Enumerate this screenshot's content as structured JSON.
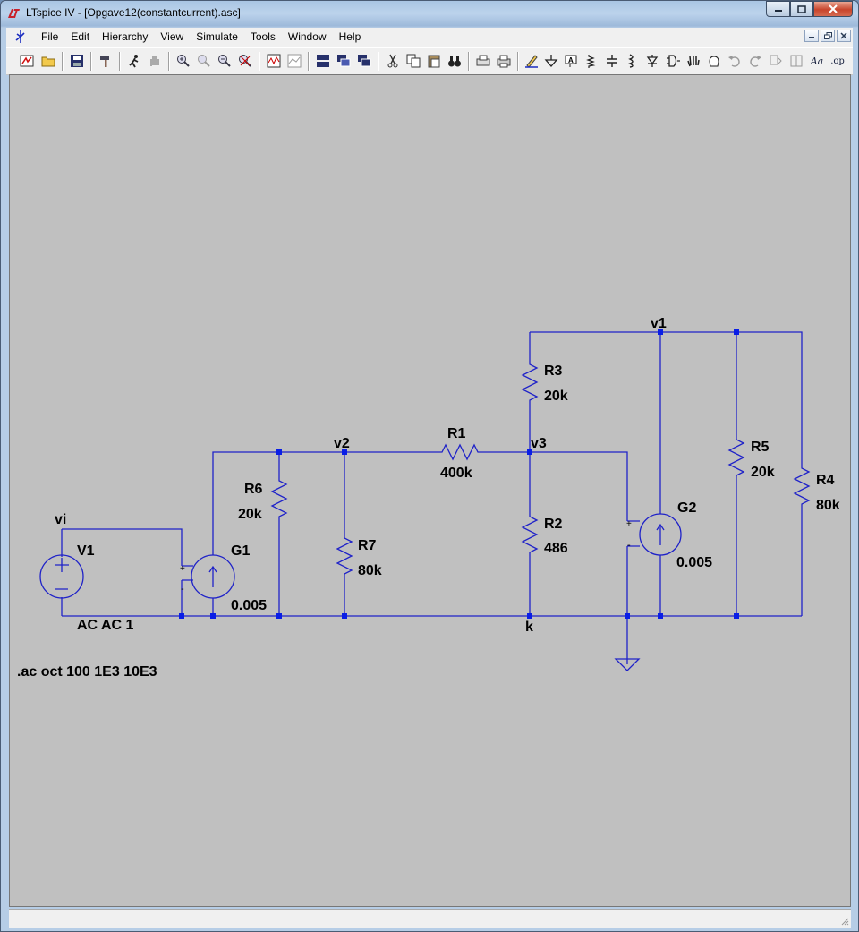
{
  "window": {
    "title": "LTspice IV - [Opgave12(constantcurrent).asc]",
    "caption_buttons": [
      "minimize-icon",
      "maximize-icon",
      "close-icon"
    ]
  },
  "menu": {
    "items": [
      "File",
      "Edit",
      "Hierarchy",
      "View",
      "Simulate",
      "Tools",
      "Window",
      "Help"
    ]
  },
  "toolbar": {
    "font_button": "Aa",
    "op_button": ".op"
  },
  "colors": {
    "wire": "#1f22c8",
    "junction": "#0a1ee6",
    "canvas": "#c0c0c0",
    "component": "#1f22c8"
  },
  "schematic": {
    "nets": {
      "vi": "vi",
      "v1": "v1",
      "v2": "v2",
      "v3": "v3",
      "k": "k"
    },
    "components": {
      "V1": {
        "name": "V1",
        "value": "AC AC 1"
      },
      "G1": {
        "name": "G1",
        "value": "0.005"
      },
      "G2": {
        "name": "G2",
        "value": "0.005"
      },
      "R1": {
        "name": "R1",
        "value": "400k"
      },
      "R2": {
        "name": "R2",
        "value": "486"
      },
      "R3": {
        "name": "R3",
        "value": "20k"
      },
      "R4": {
        "name": "R4",
        "value": "80k"
      },
      "R5": {
        "name": "R5",
        "value": "20k"
      },
      "R6": {
        "name": "R6",
        "value": "20k"
      },
      "R7": {
        "name": "R7",
        "value": "80k"
      }
    },
    "directive": ".ac oct 100 1E3 10E3"
  }
}
